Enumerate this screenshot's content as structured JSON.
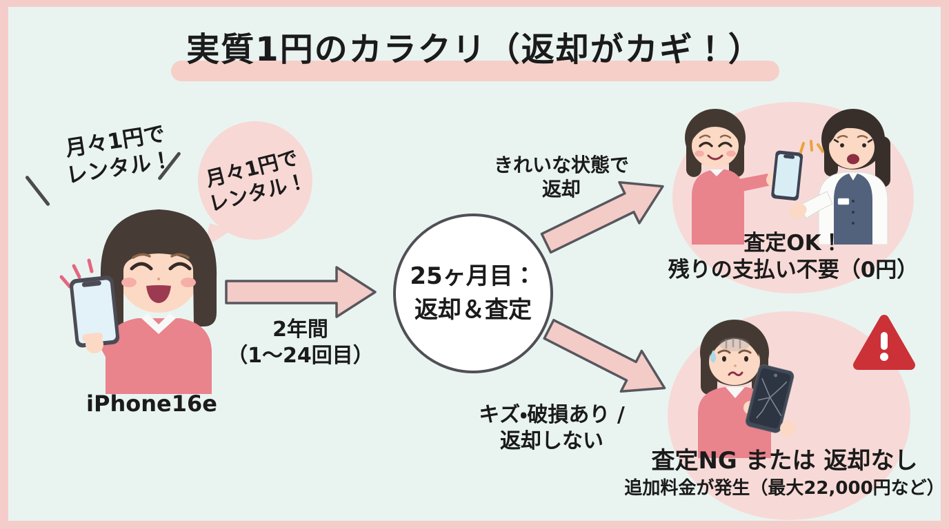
{
  "title": "実質1円のカラクリ（返却がカギ！）",
  "left_scene": {
    "shout": {
      "line1": "月々1円で",
      "line2": "レンタル！"
    },
    "bubble": {
      "line1": "月々1円で",
      "line2": "レンタル！"
    },
    "device_label": "iPhone16e"
  },
  "flow": {
    "period_label": {
      "line1": "2年間",
      "line2": "（1〜24回目）"
    },
    "node": {
      "line1": "25ヶ月目：",
      "line2": "返却＆査定"
    },
    "branch_good": {
      "line1": "きれいな状態で",
      "line2": "返却"
    },
    "branch_bad": {
      "line1": "キズ・破損あり /",
      "line2": "返却しない"
    }
  },
  "outcome_good": {
    "title": "査定OK！",
    "subtitle": "残りの支払い不要（0円）"
  },
  "outcome_bad": {
    "title": "査定NG または 返却なし",
    "subtitle": "追加料金が発生（最大22,000円など）"
  },
  "icons": {
    "warning_triangle": "⚠"
  },
  "colors": {
    "background": "#e9f4f1",
    "frame": "#f4cdca",
    "title_highlight": "#f6cfc9",
    "arrow_fill": "#f3cbc7",
    "arrow_stroke": "#57575d",
    "bubble_pink": "#f7d8d5",
    "ellipse_pink": "#f7dad7",
    "warning_red": "#cb3137",
    "sweater_coral": "#e9838c",
    "vest_navy": "#52627c",
    "text": "#1b1b1b"
  }
}
